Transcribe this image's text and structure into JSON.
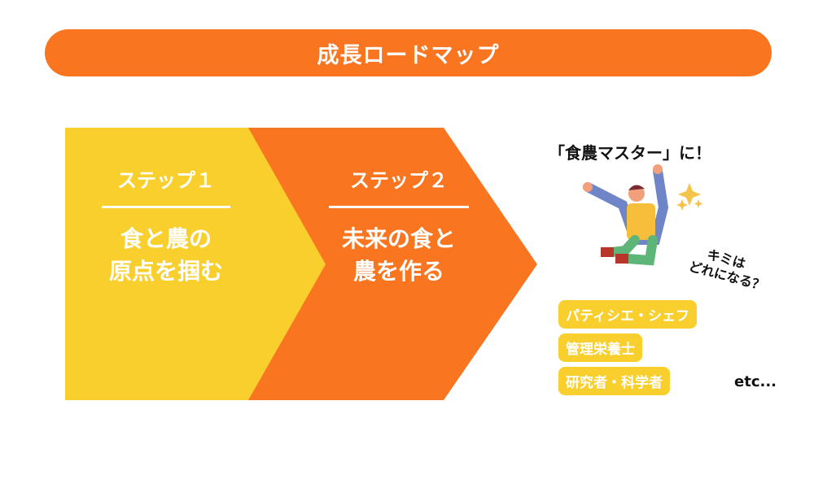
{
  "title": "成長ロードマップ",
  "steps": [
    {
      "label": "ステップ１",
      "text1": "食と農の",
      "text2": "原点を掴む"
    },
    {
      "label": "ステップ２",
      "text1": "未来の食と",
      "text2": "農を作る"
    }
  ],
  "goal": "「食農マスター」に！",
  "question": {
    "line1": "キミは",
    "line2": "どれになる？"
  },
  "careers": [
    "パティシエ・シェフ",
    "管理栄養士",
    "研究者・科学者"
  ],
  "etc": "etc...",
  "colors": {
    "orange": "#F97520",
    "yellow": "#F9CF2E"
  }
}
